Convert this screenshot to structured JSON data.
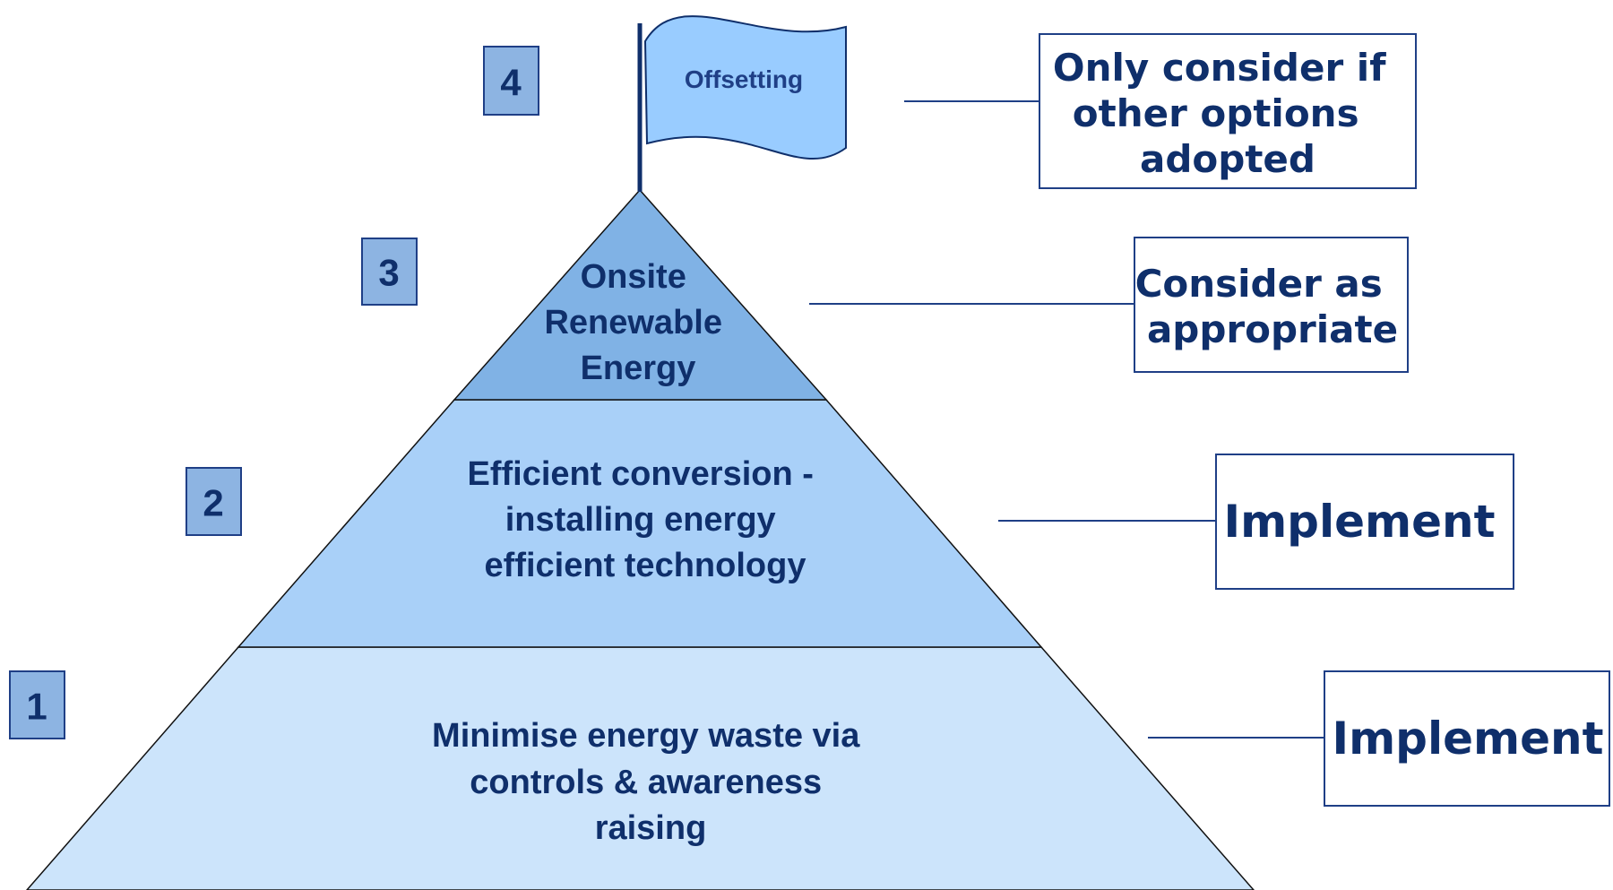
{
  "colors": {
    "tier_1_fill": "#cce4fb",
    "tier_2_fill": "#a9d0f8",
    "tier_3_fill": "#80b2e5",
    "flag_fill": "#99ccff",
    "number_box_fill": "#8db4e2",
    "text": "#0f2f6b",
    "outline": "#111111"
  },
  "flag": {
    "label": "Offsetting"
  },
  "tiers": [
    {
      "number": "1",
      "lines": [
        "Minimise energy waste via",
        "controls & awareness",
        "raising"
      ],
      "action_lines": [
        "Implement"
      ]
    },
    {
      "number": "2",
      "lines": [
        "Efficient conversion -",
        "installing energy",
        "efficient technology"
      ],
      "action_lines": [
        "Implement"
      ]
    },
    {
      "number": "3",
      "lines": [
        "Onsite",
        "Renewable",
        "Energy"
      ],
      "action_lines": [
        "Consider as",
        "appropriate"
      ]
    },
    {
      "number": "4",
      "lines": [],
      "action_lines": [
        "Only consider if",
        "other options",
        "adopted"
      ]
    }
  ]
}
